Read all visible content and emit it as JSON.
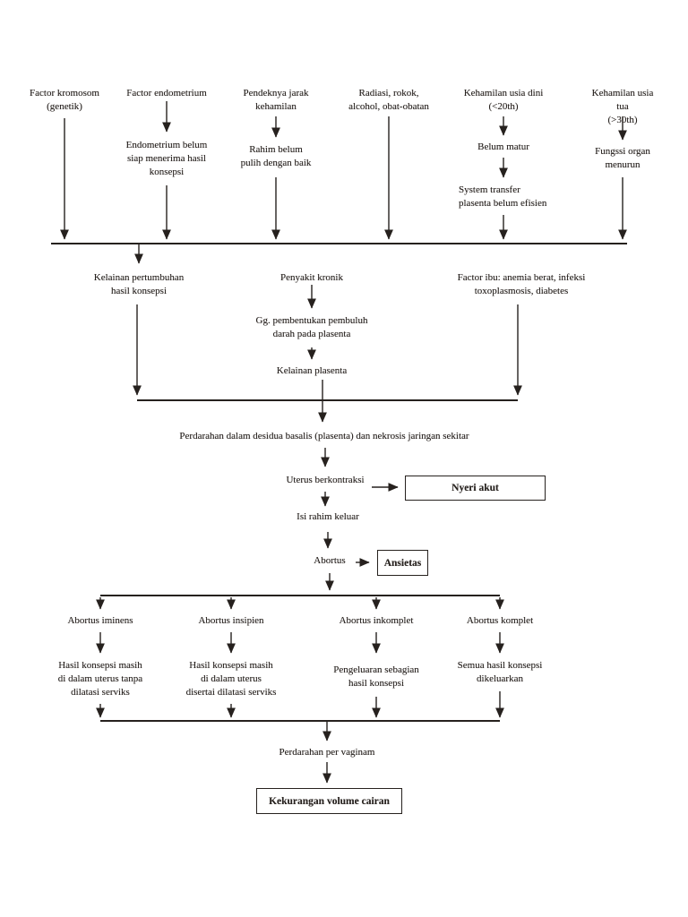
{
  "page": {
    "background": "#ffffff",
    "ink_color": "#26211e",
    "type_label": "patofisiologi-abortus-flowchart"
  },
  "nodes": {
    "factor_kromosom": "Factor kromosom\n(genetik)",
    "factor_endometrium": "Factor endometrium",
    "endometrium_belum": "Endometrium belum\nsiap menerima hasil\nkonsepsi",
    "pendeknya_jarak": "Pendeknya jarak\nkehamilan",
    "rahim_belum": "Rahim belum\npulih dengan baik",
    "radiasi": "Radiasi, rokok,\nalcohol, obat-obatan",
    "kehamilan_dini": "Kehamilan usia dini\n(<20th)",
    "belum_matur": "Belum matur",
    "system_transfer": "System transfer\nplasenta belum efisien",
    "kehamilan_tua": "Kehamilan usia tua\n(>30th)",
    "fungsi_organ": "Fungssi organ\nmenurun",
    "kelainan_pertumbuhan": "Kelainan pertumbuhan\nhasil konsepsi",
    "penyakit_kronik": "Penyakit kronik",
    "factor_ibu": "Factor ibu: anemia berat, infeksi\ntoxoplasmosis, diabetes",
    "gg_pembentukan": "Gg. pembentukan pembuluh\ndarah pada plasenta",
    "kelainan_plasenta": "Kelainan plasenta",
    "perdarahan_desidua": "Perdarahan dalam desidua basalis (plasenta) dan nekrosis jaringan sekitar",
    "uterus_berkontraksi": "Uterus berkontraksi",
    "nyeri_akut": "Nyeri akut",
    "isi_rahim": "Isi rahim keluar",
    "abortus": "Abortus",
    "ansietas": "Ansietas",
    "abortus_iminens": "Abortus iminens",
    "abortus_insipien": "Abortus insipien",
    "abortus_inkomplet": "Abortus inkomplet",
    "abortus_komplet": "Abortus komplet",
    "desc_iminens": "Hasil konsepsi masih\ndi dalam uterus tanpa\ndilatasi serviks",
    "desc_insipien": "Hasil konsepsi masih\ndi dalam uterus\ndisertai dilatasi serviks",
    "desc_inkomplet": "Pengeluaran sebagian\nhasil konsepsi",
    "desc_komplet": "Semua hasil konsepsi\ndikeluarkan",
    "perdarahan_vaginam": "Perdarahan per vaginam",
    "kekurangan_volume": "Kekurangan volume cairan"
  }
}
